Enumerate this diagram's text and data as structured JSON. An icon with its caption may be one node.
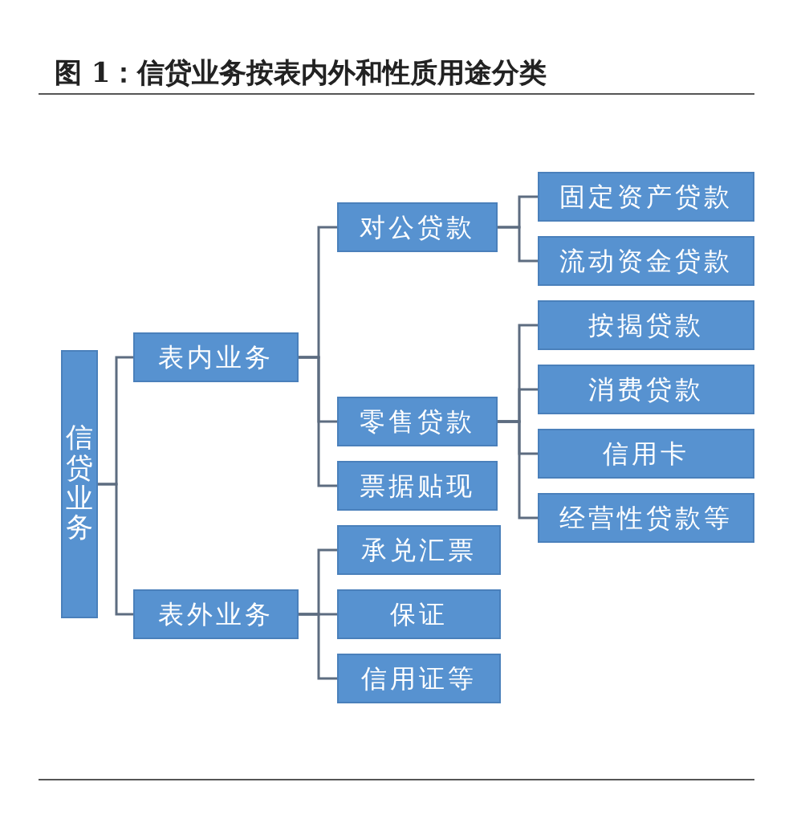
{
  "diagram": {
    "title": "图 1：信贷业务按表内外和性质用途分类",
    "nodes": [
      {
        "text": [
          "信贷业务"
        ]
      },
      {
        "text": [
          "表内业务"
        ]
      },
      {
        "text": [
          "表外业务"
        ]
      },
      {
        "text": [
          "对公贷款"
        ]
      },
      {
        "text": [
          "零售贷款"
        ]
      },
      {
        "text": [
          "票据贴现"
        ]
      },
      {
        "text": [
          "承兑汇票"
        ]
      },
      {
        "text": [
          "保证"
        ]
      },
      {
        "text": [
          "信用证等"
        ]
      },
      {
        "text": [
          "固定资产贷款"
        ]
      },
      {
        "text": [
          "流动资金贷款"
        ]
      },
      {
        "text": [
          "按揭贷款"
        ]
      },
      {
        "text": [
          "消费贷款"
        ]
      },
      {
        "text": [
          "信用卡"
        ]
      },
      {
        "text": [
          "经营性贷款等"
        ]
      }
    ],
    "edges": [
      {
        "from": 0,
        "to": 1,
        "arrow": "none"
      },
      {
        "from": 0,
        "to": 2,
        "arrow": "none"
      },
      {
        "from": 1,
        "to": 3,
        "arrow": "none"
      },
      {
        "from": 1,
        "to": 4,
        "arrow": "none"
      },
      {
        "from": 1,
        "to": 5,
        "arrow": "none"
      },
      {
        "from": 2,
        "to": 6,
        "arrow": "none"
      },
      {
        "from": 2,
        "to": 7,
        "arrow": "none"
      },
      {
        "from": 2,
        "to": 8,
        "arrow": "none"
      },
      {
        "from": 3,
        "to": 9,
        "arrow": "none"
      },
      {
        "from": 3,
        "to": 10,
        "arrow": "none"
      },
      {
        "from": 4,
        "to": 11,
        "arrow": "none"
      },
      {
        "from": 4,
        "to": 12,
        "arrow": "none"
      },
      {
        "from": 4,
        "to": 13,
        "arrow": "none"
      },
      {
        "from": 4,
        "to": 14,
        "arrow": "none"
      }
    ]
  }
}
